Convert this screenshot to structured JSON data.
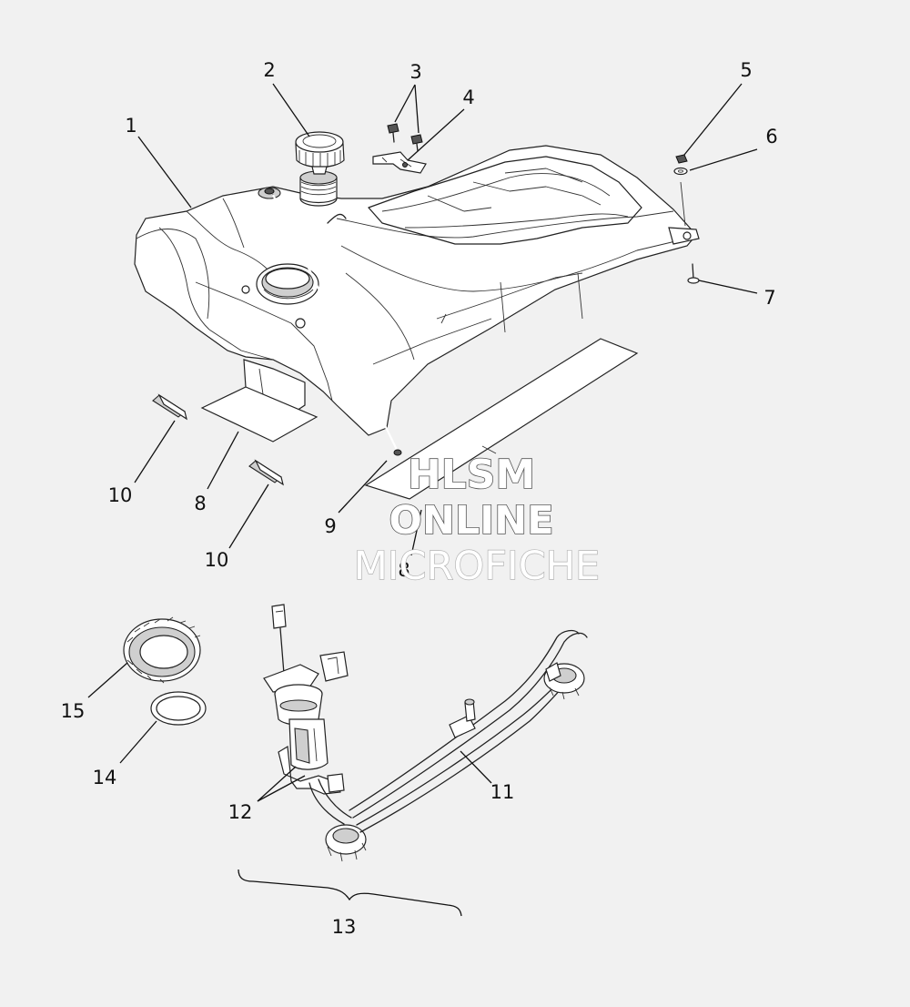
{
  "callouts": [
    {
      "id": "1",
      "label": "1"
    },
    {
      "id": "2",
      "label": "2"
    },
    {
      "id": "3",
      "label": "3"
    },
    {
      "id": "4",
      "label": "4"
    },
    {
      "id": "5",
      "label": "5"
    },
    {
      "id": "6",
      "label": "6"
    },
    {
      "id": "7",
      "label": "7"
    },
    {
      "id": "8a",
      "label": "8"
    },
    {
      "id": "8b",
      "label": "8"
    },
    {
      "id": "9",
      "label": "9"
    },
    {
      "id": "10a",
      "label": "10"
    },
    {
      "id": "10b",
      "label": "10"
    },
    {
      "id": "11",
      "label": "11"
    },
    {
      "id": "12",
      "label": "12"
    },
    {
      "id": "13",
      "label": "13"
    },
    {
      "id": "14",
      "label": "14"
    },
    {
      "id": "15",
      "label": "15"
    }
  ],
  "watermark": {
    "line1": "HLSM",
    "line2": "ONLINE",
    "line3": "MICROFICHE"
  }
}
